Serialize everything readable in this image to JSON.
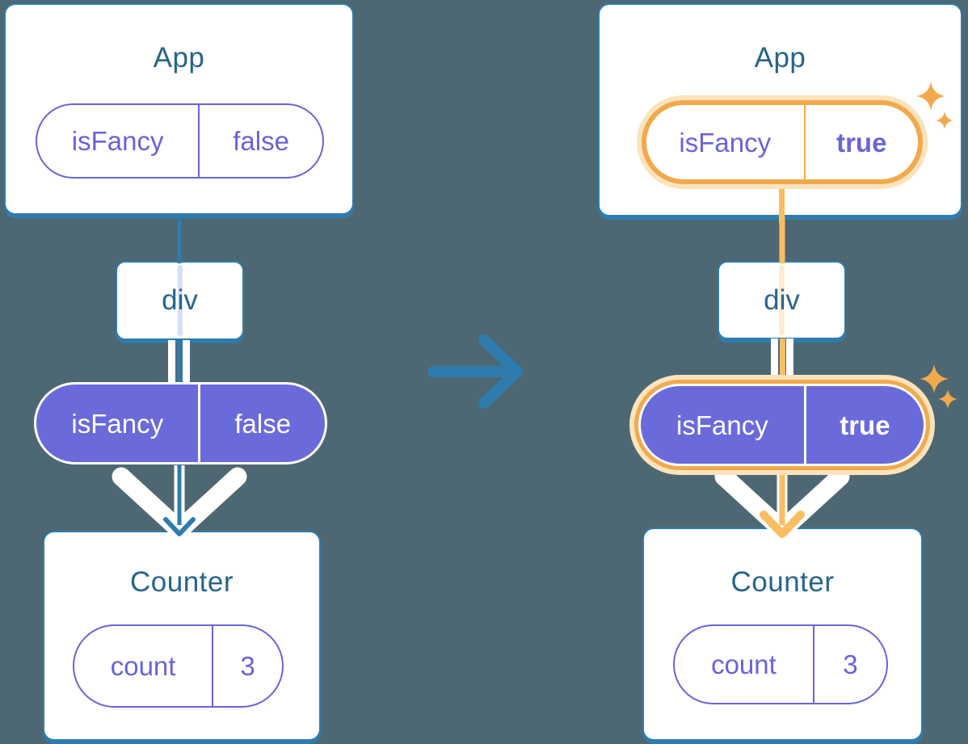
{
  "diagram": {
    "palette": {
      "background": "#4d6873",
      "card_border_blue": "#2e7cad",
      "heading_text": "#27658b",
      "purple_outline": "#6a63d6",
      "purple_fill": "#6a6ada",
      "arrow_blue": "#2e7cad",
      "highlight_orange": "#f2a94d",
      "highlight_line_orange": "#fabd62",
      "highlight_glow": "#fbe3bc"
    },
    "before": {
      "app": {
        "title": "App",
        "prop": {
          "name": "isFancy",
          "value": "false"
        }
      },
      "div": {
        "label": "div"
      },
      "passed_prop": {
        "name": "isFancy",
        "value": "false"
      },
      "counter": {
        "title": "Counter",
        "state": {
          "name": "count",
          "value": "3"
        }
      }
    },
    "after": {
      "app": {
        "title": "App",
        "prop": {
          "name": "isFancy",
          "value": "true"
        }
      },
      "div": {
        "label": "div"
      },
      "passed_prop": {
        "name": "isFancy",
        "value": "true"
      },
      "counter": {
        "title": "Counter",
        "state": {
          "name": "count",
          "value": "3"
        }
      }
    }
  }
}
